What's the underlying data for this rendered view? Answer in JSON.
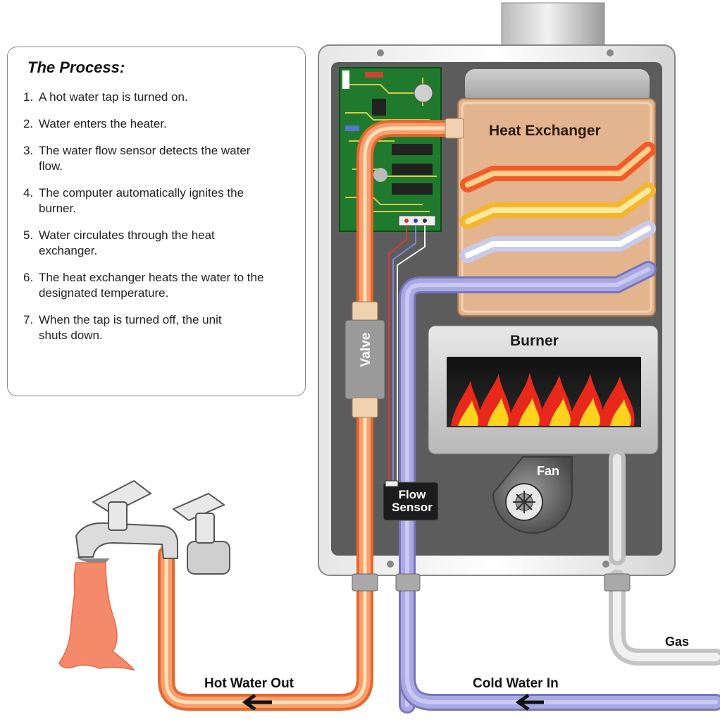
{
  "process": {
    "title": "The Process:",
    "steps": [
      {
        "num": "1.",
        "text": "A hot water tap is turned on."
      },
      {
        "num": "2.",
        "text": "Water enters the heater."
      },
      {
        "num": "3.",
        "text": "The water flow sensor detects the water flow."
      },
      {
        "num": "4.",
        "text": "The computer automatically ignites the burner."
      },
      {
        "num": "5.",
        "text": "Water circulates through the heat exchanger."
      },
      {
        "num": "6.",
        "text": "The heat exchanger heats the water to the designated temperature."
      },
      {
        "num": "7.",
        "text": "When the tap is turned off, the unit shuts down."
      }
    ]
  },
  "labels": {
    "heat_exchanger": "Heat Exchanger",
    "burner": "Burner",
    "fan": "Fan",
    "valve": "Valve",
    "flow_sensor_line1": "Flow",
    "flow_sensor_line2": "Sensor",
    "gas": "Gas",
    "hot_water_out": "Hot Water Out",
    "cold_water_in": "Cold Water In"
  },
  "colors": {
    "hot_pipe": "#f07a3a",
    "hot_core": "#ffd08a",
    "cold_pipe": "#9a9ad8",
    "gas_pipe": "#d8d8d8",
    "heater_body": "#5c5c5c",
    "heat_exchanger": "#e3b48e",
    "flame_red": "#e8281a",
    "flame_yellow": "#ffd21e",
    "circuit_board": "#1f7a2e"
  }
}
